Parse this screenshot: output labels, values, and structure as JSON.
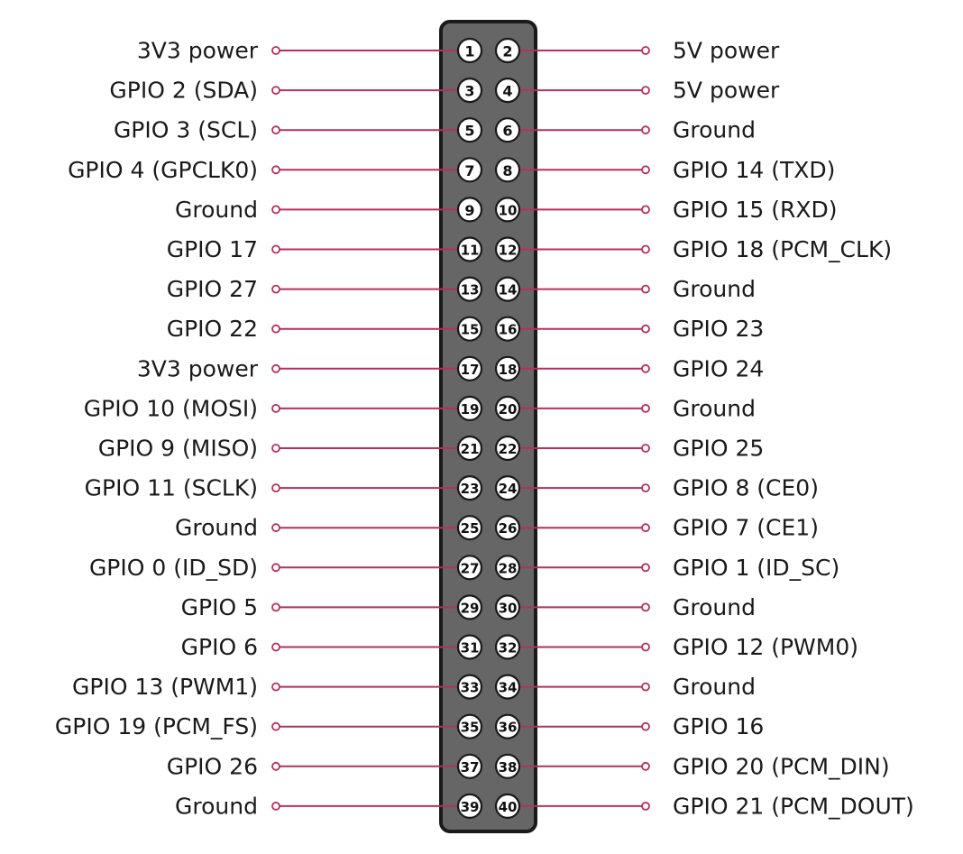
{
  "header": {
    "pins": [
      {
        "pin": "1",
        "label": "3V3 power"
      },
      {
        "pin": "2",
        "label": "5V power"
      },
      {
        "pin": "3",
        "label": "GPIO 2 (SDA)"
      },
      {
        "pin": "4",
        "label": "5V power"
      },
      {
        "pin": "5",
        "label": "GPIO 3 (SCL)"
      },
      {
        "pin": "6",
        "label": "Ground"
      },
      {
        "pin": "7",
        "label": "GPIO 4 (GPCLK0)"
      },
      {
        "pin": "8",
        "label": "GPIO 14 (TXD)"
      },
      {
        "pin": "9",
        "label": "Ground"
      },
      {
        "pin": "10",
        "label": "GPIO 15 (RXD)"
      },
      {
        "pin": "11",
        "label": "GPIO 17"
      },
      {
        "pin": "12",
        "label": "GPIO 18 (PCM_CLK)"
      },
      {
        "pin": "13",
        "label": "GPIO 27"
      },
      {
        "pin": "14",
        "label": "Ground"
      },
      {
        "pin": "15",
        "label": "GPIO 22"
      },
      {
        "pin": "16",
        "label": "GPIO 23"
      },
      {
        "pin": "17",
        "label": "3V3 power"
      },
      {
        "pin": "18",
        "label": "GPIO 24"
      },
      {
        "pin": "19",
        "label": "GPIO 10 (MOSI)"
      },
      {
        "pin": "20",
        "label": "Ground"
      },
      {
        "pin": "21",
        "label": "GPIO 9 (MISO)"
      },
      {
        "pin": "22",
        "label": "GPIO 25"
      },
      {
        "pin": "23",
        "label": "GPIO 11 (SCLK)"
      },
      {
        "pin": "24",
        "label": "GPIO 8 (CE0)"
      },
      {
        "pin": "25",
        "label": "Ground"
      },
      {
        "pin": "26",
        "label": "GPIO 7 (CE1)"
      },
      {
        "pin": "27",
        "label": "GPIO 0 (ID_SD)"
      },
      {
        "pin": "28",
        "label": "GPIO 1 (ID_SC)"
      },
      {
        "pin": "29",
        "label": "GPIO 5"
      },
      {
        "pin": "30",
        "label": "Ground"
      },
      {
        "pin": "31",
        "label": "GPIO 6"
      },
      {
        "pin": "32",
        "label": "GPIO 12 (PWM0)"
      },
      {
        "pin": "33",
        "label": "GPIO 13 (PWM1)"
      },
      {
        "pin": "34",
        "label": "Ground"
      },
      {
        "pin": "35",
        "label": "GPIO 19 (PCM_FS)"
      },
      {
        "pin": "36",
        "label": "GPIO 16"
      },
      {
        "pin": "37",
        "label": "GPIO 26"
      },
      {
        "pin": "38",
        "label": "GPIO 20 (PCM_DIN)"
      },
      {
        "pin": "39",
        "label": "Ground"
      },
      {
        "pin": "40",
        "label": "GPIO 21 (PCM_DOUT)"
      }
    ]
  },
  "colors": {
    "connector_line": "#b5305a",
    "header_body": "#666666",
    "header_outline": "#1a1a1a",
    "pin_fill": "#ffffff",
    "label_text": "#1a1a1a"
  }
}
